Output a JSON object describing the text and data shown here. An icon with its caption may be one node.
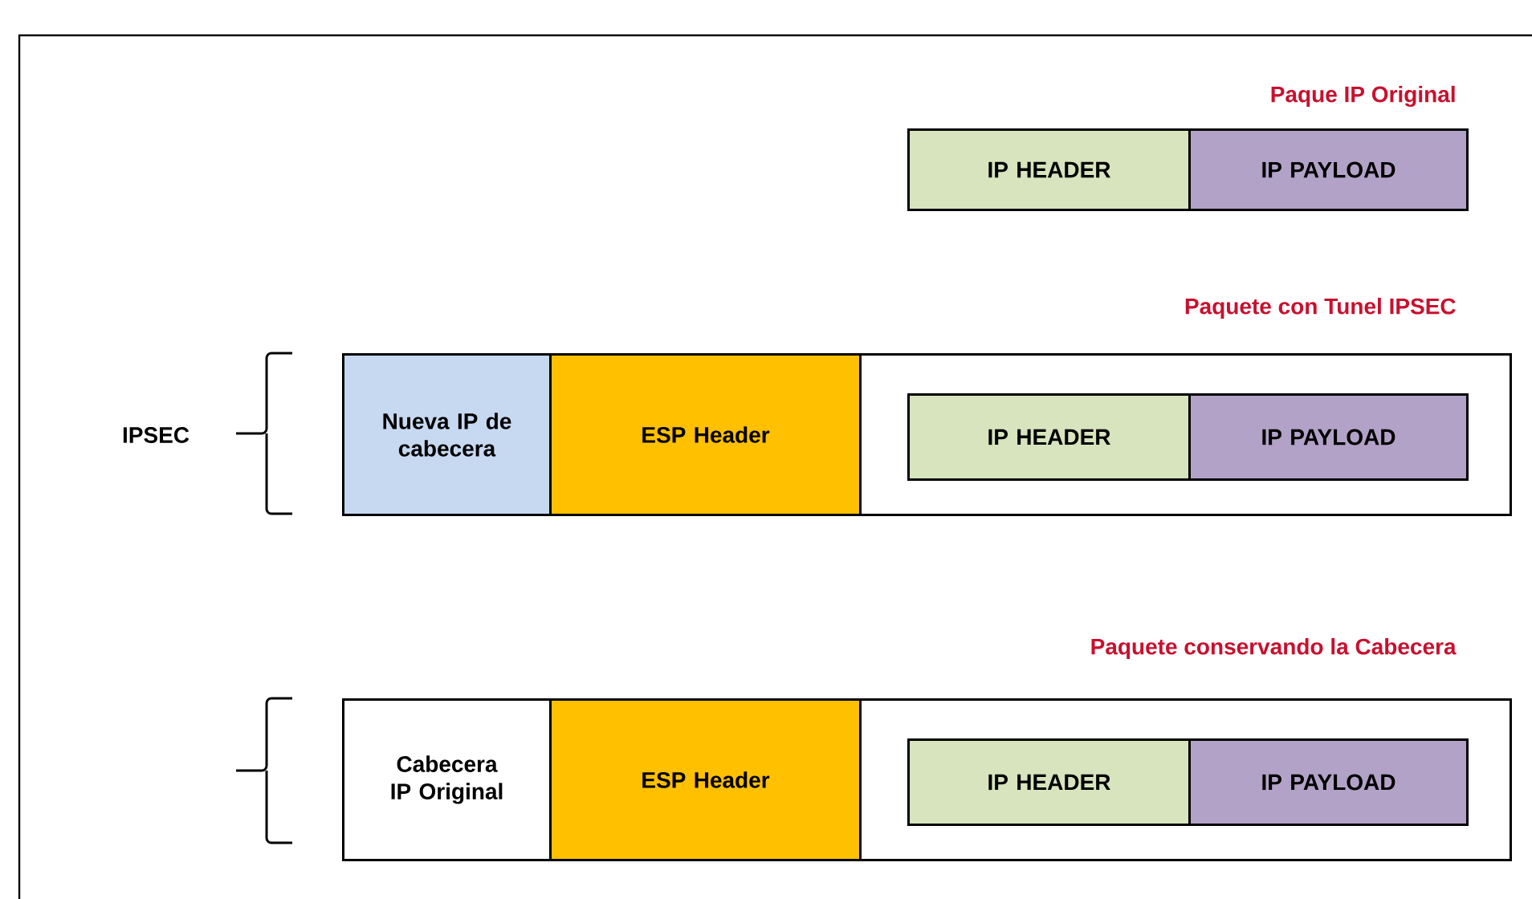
{
  "diagram": {
    "nodes": [
      {
        "text": [
          "IP HEADER"
        ]
      },
      {
        "text": [
          "IP PAYLOAD"
        ]
      },
      {
        "text": [],
        "shape": "box"
      },
      {
        "text": [
          "Nueva IP de cabecera"
        ],
        "in": 2
      },
      {
        "text": [
          "ESP Header"
        ],
        "in": 2
      },
      {
        "text": [
          "IP HEADER"
        ],
        "in": 2
      },
      {
        "text": [
          "IP PAYLOAD"
        ],
        "in": 2
      },
      {
        "text": [],
        "shape": "box"
      },
      {
        "text": [
          "Cabecera IP Original"
        ],
        "in": 7
      },
      {
        "text": [
          "ESP Header"
        ],
        "in": 7
      },
      {
        "text": [
          "IP HEADER"
        ],
        "in": 7
      },
      {
        "text": [
          "IP PAYLOAD"
        ],
        "in": 7
      }
    ],
    "labels": [
      "Paque IP Original",
      "Paquete con Tunel IPSEC",
      "IPSEC",
      "Paquete conservando la Cabecera"
    ]
  }
}
